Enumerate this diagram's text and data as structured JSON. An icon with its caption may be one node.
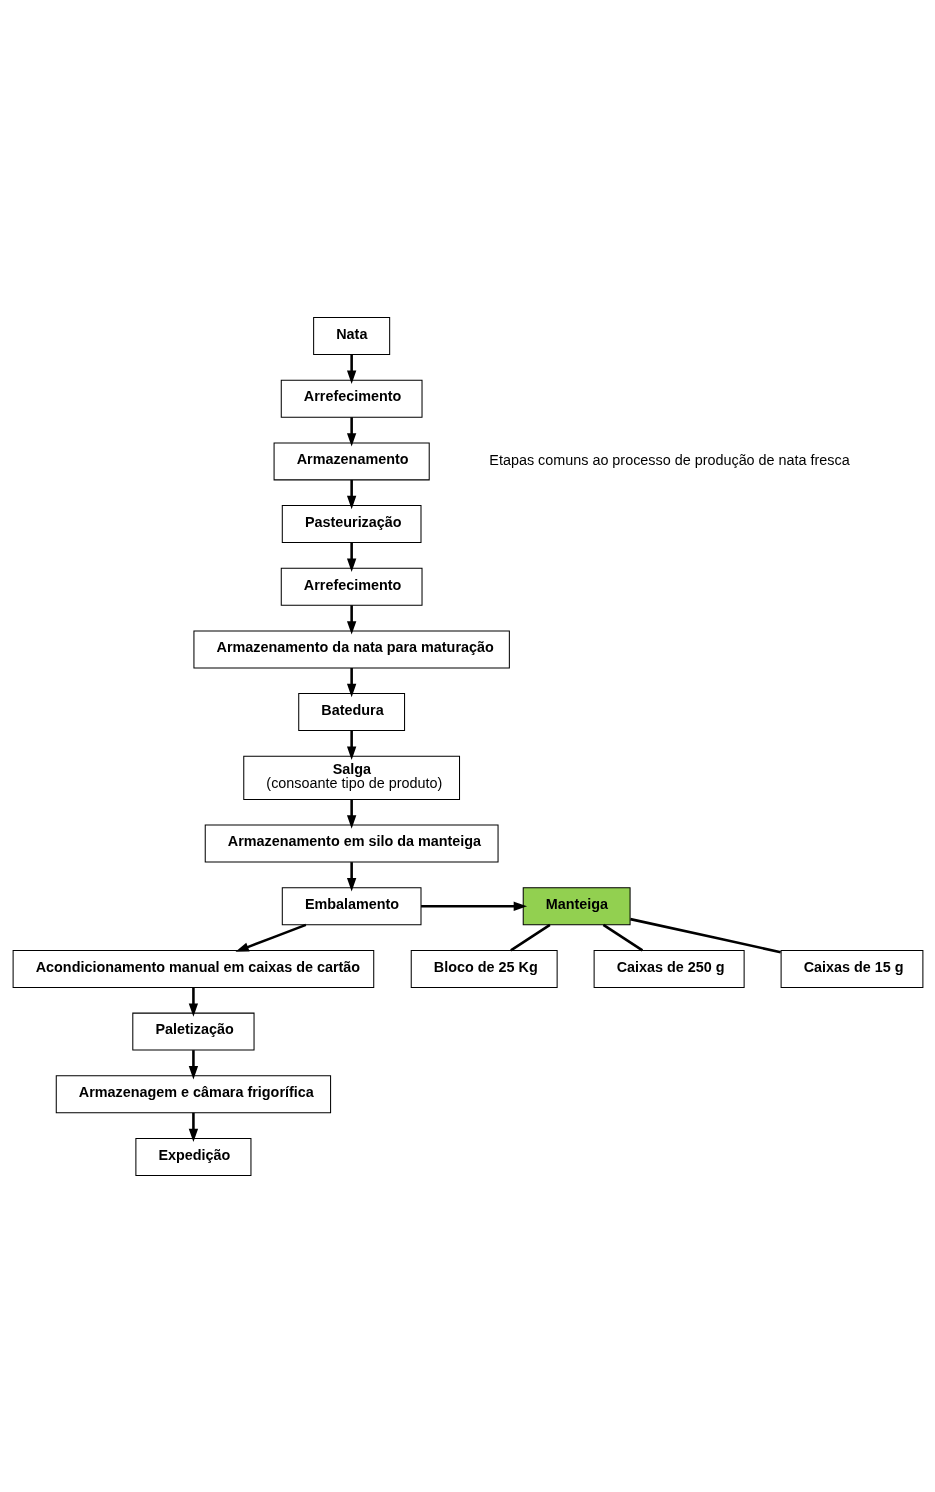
{
  "diagram": {
    "nodes": [
      {
        "text": [
          "Nata"
        ]
      },
      {
        "text": [
          "Arrefecimento"
        ]
      },
      {
        "text": [
          "Armazenamento"
        ]
      },
      {
        "text": [
          "Pasteurização"
        ]
      },
      {
        "text": [
          "Arrefecimento"
        ]
      },
      {
        "text": [
          "Armazenamento da nata para maturação"
        ]
      },
      {
        "text": [
          "Batedura"
        ]
      },
      {
        "text": [
          "Salga",
          "(consoante tipo de produto)"
        ]
      },
      {
        "text": [
          "Armazenamento em silo da manteiga"
        ]
      },
      {
        "text": [
          "Embalamento"
        ]
      },
      {
        "text": [
          "Manteiga"
        ]
      },
      {
        "text": [
          "Bloco de 25 Kg"
        ]
      },
      {
        "text": [
          "Caixas de 250 g"
        ]
      },
      {
        "text": [
          "Caixas de 15 g"
        ]
      },
      {
        "text": [
          "Acondicionamento manual em caixas de cartão"
        ]
      },
      {
        "text": [
          "Paletização"
        ]
      },
      {
        "text": [
          "Armazenagem e câmara frigorífica"
        ]
      },
      {
        "text": [
          "Expedição"
        ]
      }
    ],
    "edges": [
      {
        "from": 0,
        "to": 1,
        "arrow": "to"
      },
      {
        "from": 1,
        "to": 2,
        "arrow": "to"
      },
      {
        "from": 2,
        "to": 3,
        "arrow": "to"
      },
      {
        "from": 3,
        "to": 4,
        "arrow": "to"
      },
      {
        "from": 4,
        "to": 5,
        "arrow": "to"
      },
      {
        "from": 5,
        "to": 6,
        "arrow": "to"
      },
      {
        "from": 6,
        "to": 7,
        "arrow": "to"
      },
      {
        "from": 7,
        "to": 8,
        "arrow": "to"
      },
      {
        "from": 8,
        "to": 9,
        "arrow": "to"
      },
      {
        "from": 9,
        "to": 10,
        "arrow": "to"
      },
      {
        "from": 10,
        "to": 11,
        "arrow": "none"
      },
      {
        "from": 10,
        "to": 12,
        "arrow": "none"
      },
      {
        "from": 10,
        "to": 13,
        "arrow": "none"
      },
      {
        "from": 9,
        "to": 14,
        "arrow": "to"
      },
      {
        "from": 14,
        "to": 15,
        "arrow": "to"
      },
      {
        "from": 15,
        "to": 16,
        "arrow": "to"
      },
      {
        "from": 16,
        "to": 17,
        "arrow": "to"
      }
    ],
    "labels": [
      "Etapas comuns ao processo de produção de nata fresca"
    ]
  }
}
